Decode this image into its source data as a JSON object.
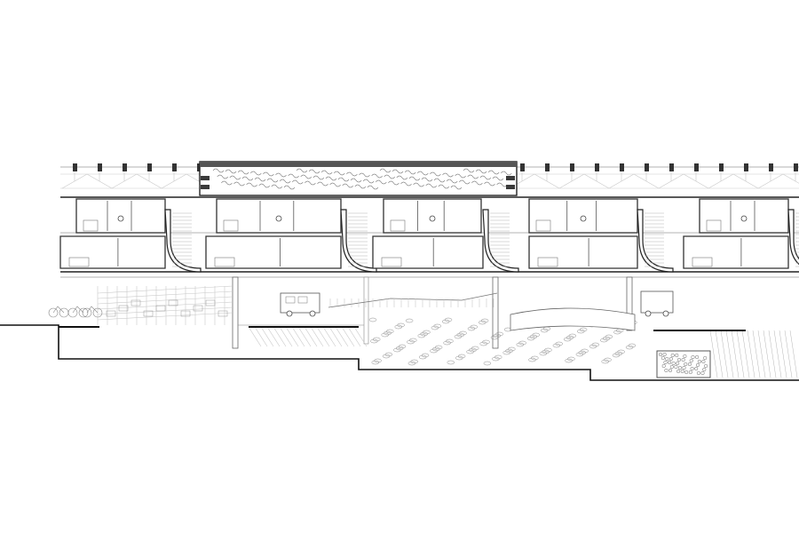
{
  "drawing": {
    "kind": "architectural-section",
    "upper_level": {
      "units": [
        {
          "id": "unit-1"
        },
        {
          "id": "unit-2"
        },
        {
          "id": "unit-3"
        },
        {
          "id": "unit-4"
        },
        {
          "id": "unit-5"
        }
      ]
    },
    "roof_feature": "roof-garden-planter",
    "ground_level": {
      "zones": [
        "market-hall",
        "truck-stop",
        "boardwalk",
        "planted-basin",
        "stone-pit"
      ]
    },
    "colors": {
      "line": "#222222",
      "secondary_line": "#9a9a9a",
      "background": "#ffffff"
    }
  }
}
